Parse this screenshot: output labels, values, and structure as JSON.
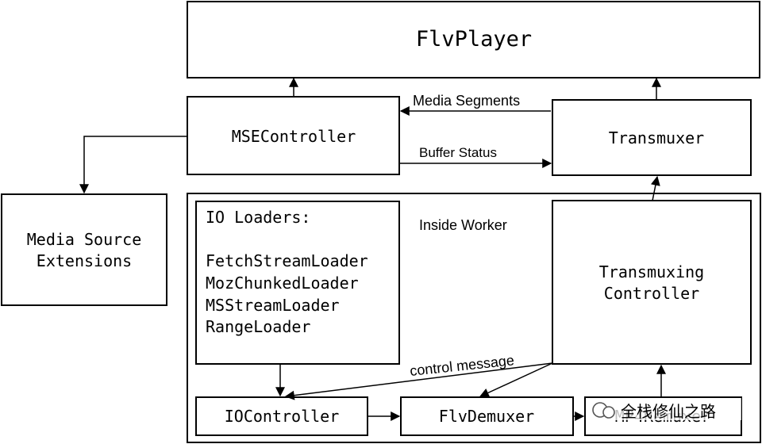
{
  "nodes": {
    "flvplayer": "FlvPlayer",
    "msecontroller": "MSEController",
    "transmuxer": "Transmuxer",
    "media_source_extensions": [
      "Media Source",
      "Extensions"
    ],
    "io_loaders": {
      "heading": "IO Loaders:",
      "items": [
        "FetchStreamLoader",
        "MozChunkedLoader",
        "MSStreamLoader",
        "RangeLoader"
      ]
    },
    "transmuxing_controller": [
      "Transmuxing",
      "Controller"
    ],
    "iocontroller": "IOController",
    "flvdemuxer": "FlvDemuxer",
    "mp4remuxer": "MP4Remuxer"
  },
  "labels": {
    "media_segments": "Media Segments",
    "buffer_status": "Buffer Status",
    "inside_worker": "Inside Worker",
    "control_message": "control message"
  },
  "watermark": "全栈修仙之路"
}
